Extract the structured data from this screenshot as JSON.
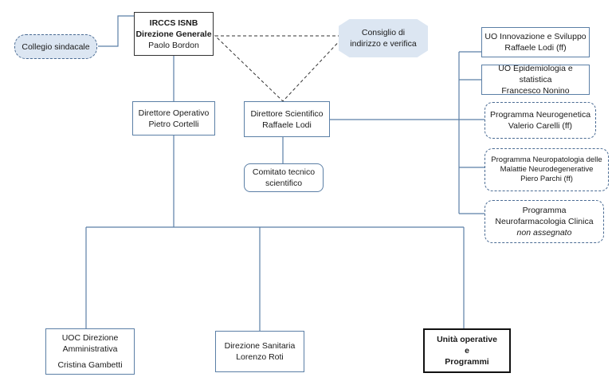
{
  "top": {
    "title": "IRCCS ISNB",
    "subtitle": "Direzione Generale",
    "person": "Paolo Bordon"
  },
  "collegio": {
    "label": "Collegio sindacale"
  },
  "consiglio": {
    "line1": "Consiglio di",
    "line2": "indirizzo e verifica"
  },
  "dir_operativo": {
    "line1": "Direttore Operativo",
    "line2": "Pietro Cortelli"
  },
  "dir_scientifico": {
    "line1": "Direttore Scientifico",
    "line2": "Raffaele Lodi"
  },
  "comitato": {
    "line1": "Comitato tecnico",
    "line2": "scientifico"
  },
  "right_units": [
    {
      "line1": "UO Innovazione e Sviluppo",
      "line2": "Raffaele Lodi (ff)"
    },
    {
      "line1": "UO Epidemiologia e statistica",
      "line2": "Francesco Nonino"
    },
    {
      "line1": "Programma Neurogenetica",
      "line2": "Valerio Carelli (ff)"
    },
    {
      "line1": "Programma Neuropatologia delle",
      "line2": "Malattie Neurodegenerative",
      "line3": "Piero Parchi (ff)"
    },
    {
      "line1": "Programma",
      "line2": "Neurofarmacologia Clinica",
      "line3": "non assegnato"
    }
  ],
  "bottom": {
    "amministrativa": {
      "line1": "UOC Direzione",
      "line2": "Amministrativa",
      "line3": "Cristina Gambetti"
    },
    "sanitaria": {
      "line1": "Direzione Sanitaria",
      "line2": "Lorenzo Roti"
    },
    "unita": {
      "line1": "Unità operative",
      "line2": "e",
      "line3": "Programmi"
    }
  }
}
